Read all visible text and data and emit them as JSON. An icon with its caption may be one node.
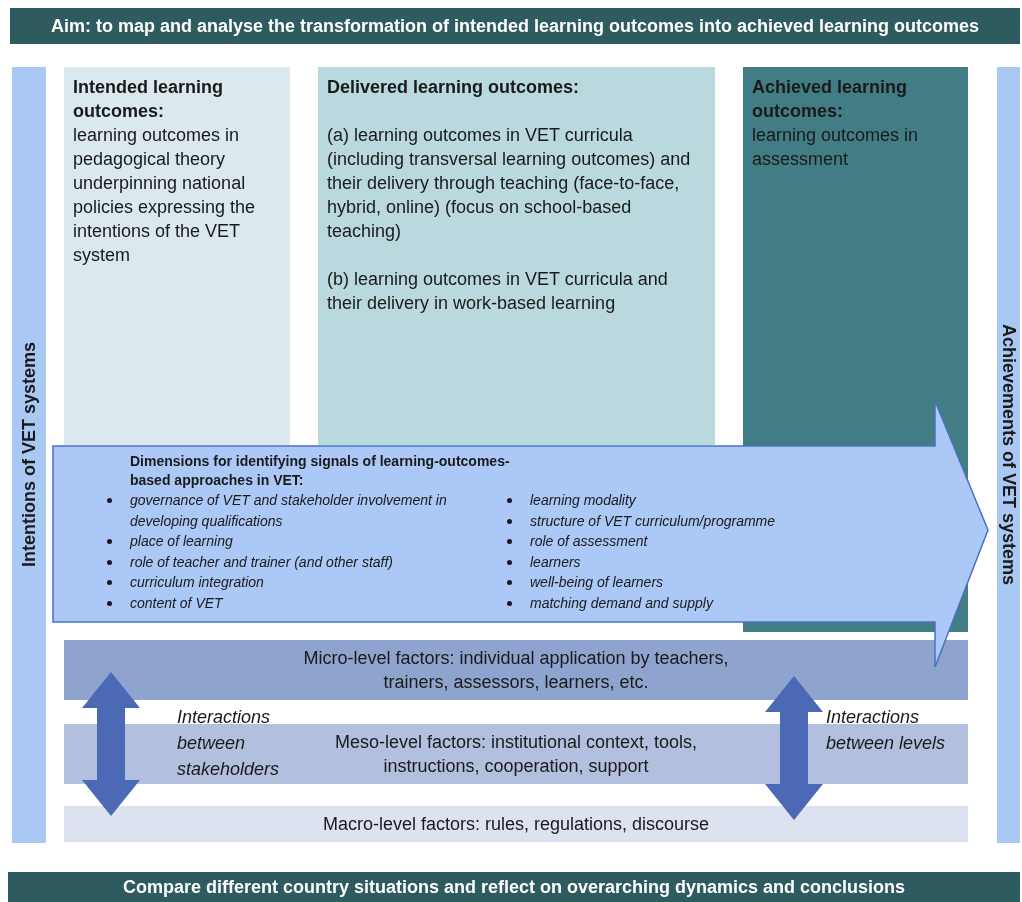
{
  "diagram": {
    "nodes": [
      {
        "text": [
          "Aim: to map and analyse the transformation of intended learning outcomes into achieved learning outcomes"
        ]
      },
      {
        "text": [
          "Intentions of VET systems"
        ]
      },
      {
        "text": [
          "Intended learning outcomes:",
          "learning outcomes in pedagogical theory underpinning national policies expressing the intentions of the VET system"
        ]
      },
      {
        "text": [
          "Delivered learning outcomes:",
          "(a) learning outcomes in VET curricula (including transversal learning outcomes) and their delivery through teaching (face-to-face, hybrid, online) (focus on school-based teaching)",
          "(b) learning outcomes in VET curricula and their delivery in work-based learning"
        ]
      },
      {
        "text": [
          "Achieved learning outcomes:",
          "learning outcomes in assessment"
        ]
      },
      {
        "text": [
          "Achievements of VET systems"
        ]
      },
      {
        "text": [
          "Dimensions for identifying signals of learning-outcomes-based approaches in VET:",
          "governance of VET and stakeholder involvement in developing qualifications",
          "place of learning",
          "role of teacher and trainer (and other staff)",
          "curriculum integration",
          "content of VET",
          "learning modality",
          "structure of VET curriculum/programme",
          "role of assessment",
          "learners",
          "well-being of learners",
          "matching demand and supply"
        ]
      },
      {
        "text": [
          "Micro-level factors: individual application by teachers, trainers, assessors, learners, etc."
        ]
      },
      {
        "text": [
          "Meso-level factors: institutional context, tools, instructions, cooperation, support"
        ]
      },
      {
        "text": [
          "Macro-level factors: rules, regulations, discourse"
        ]
      },
      {
        "text": [
          "Compare different country situations and reflect on overarching dynamics and conclusions"
        ]
      }
    ],
    "edges": [
      {
        "from": 7,
        "to": 9,
        "arrow": "both"
      },
      {
        "from": 7,
        "to": 9,
        "arrow": "both"
      }
    ],
    "labels": [
      "Interactions between stakeholders",
      "Interactions between levels"
    ]
  }
}
